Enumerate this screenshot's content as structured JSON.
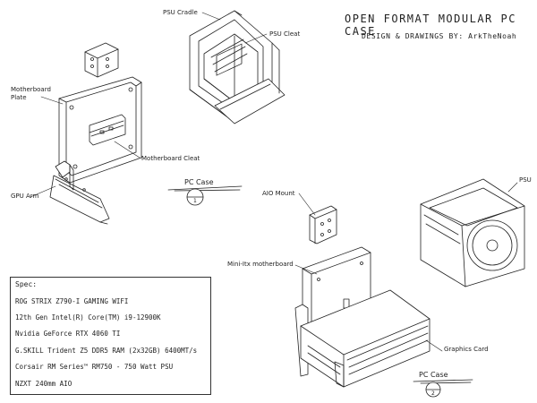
{
  "title": "OPEN FORMAT MODULAR PC CASE",
  "subtitle": "DESIGN & DRAWINGS BY: ArkTheNoah",
  "labels": {
    "psu_cradle": "PSU Cradle",
    "psu_cleat": "PSU Cleat",
    "motherboard_plate": "Motherboard Plate",
    "motherboard_cleat": "Motherboard Cleat",
    "gpu_arm": "GPU Arm",
    "aio_mount": "AIO Mount",
    "psu": "PSU",
    "mini_itx": "Mini-Itx motherboard",
    "graphics_card": "Graphics Card"
  },
  "details": [
    {
      "name": "PC Case",
      "number": "1"
    },
    {
      "name": "PC Case",
      "number": "2"
    }
  ],
  "spec": {
    "heading": "Spec:",
    "lines": [
      "ROG STRIX Z790-I GAMING WIFI",
      "12th Gen Intel(R) Core(TM) i9-12900K",
      "Nvidia GeForce RTX 4060 TI",
      "G.SKILL Trident Z5 DDR5 RAM (2x32GB) 6400MT/s",
      "Corsair RM Series™ RM750 - 750 Watt PSU",
      "NZXT 240mm AIO"
    ]
  }
}
